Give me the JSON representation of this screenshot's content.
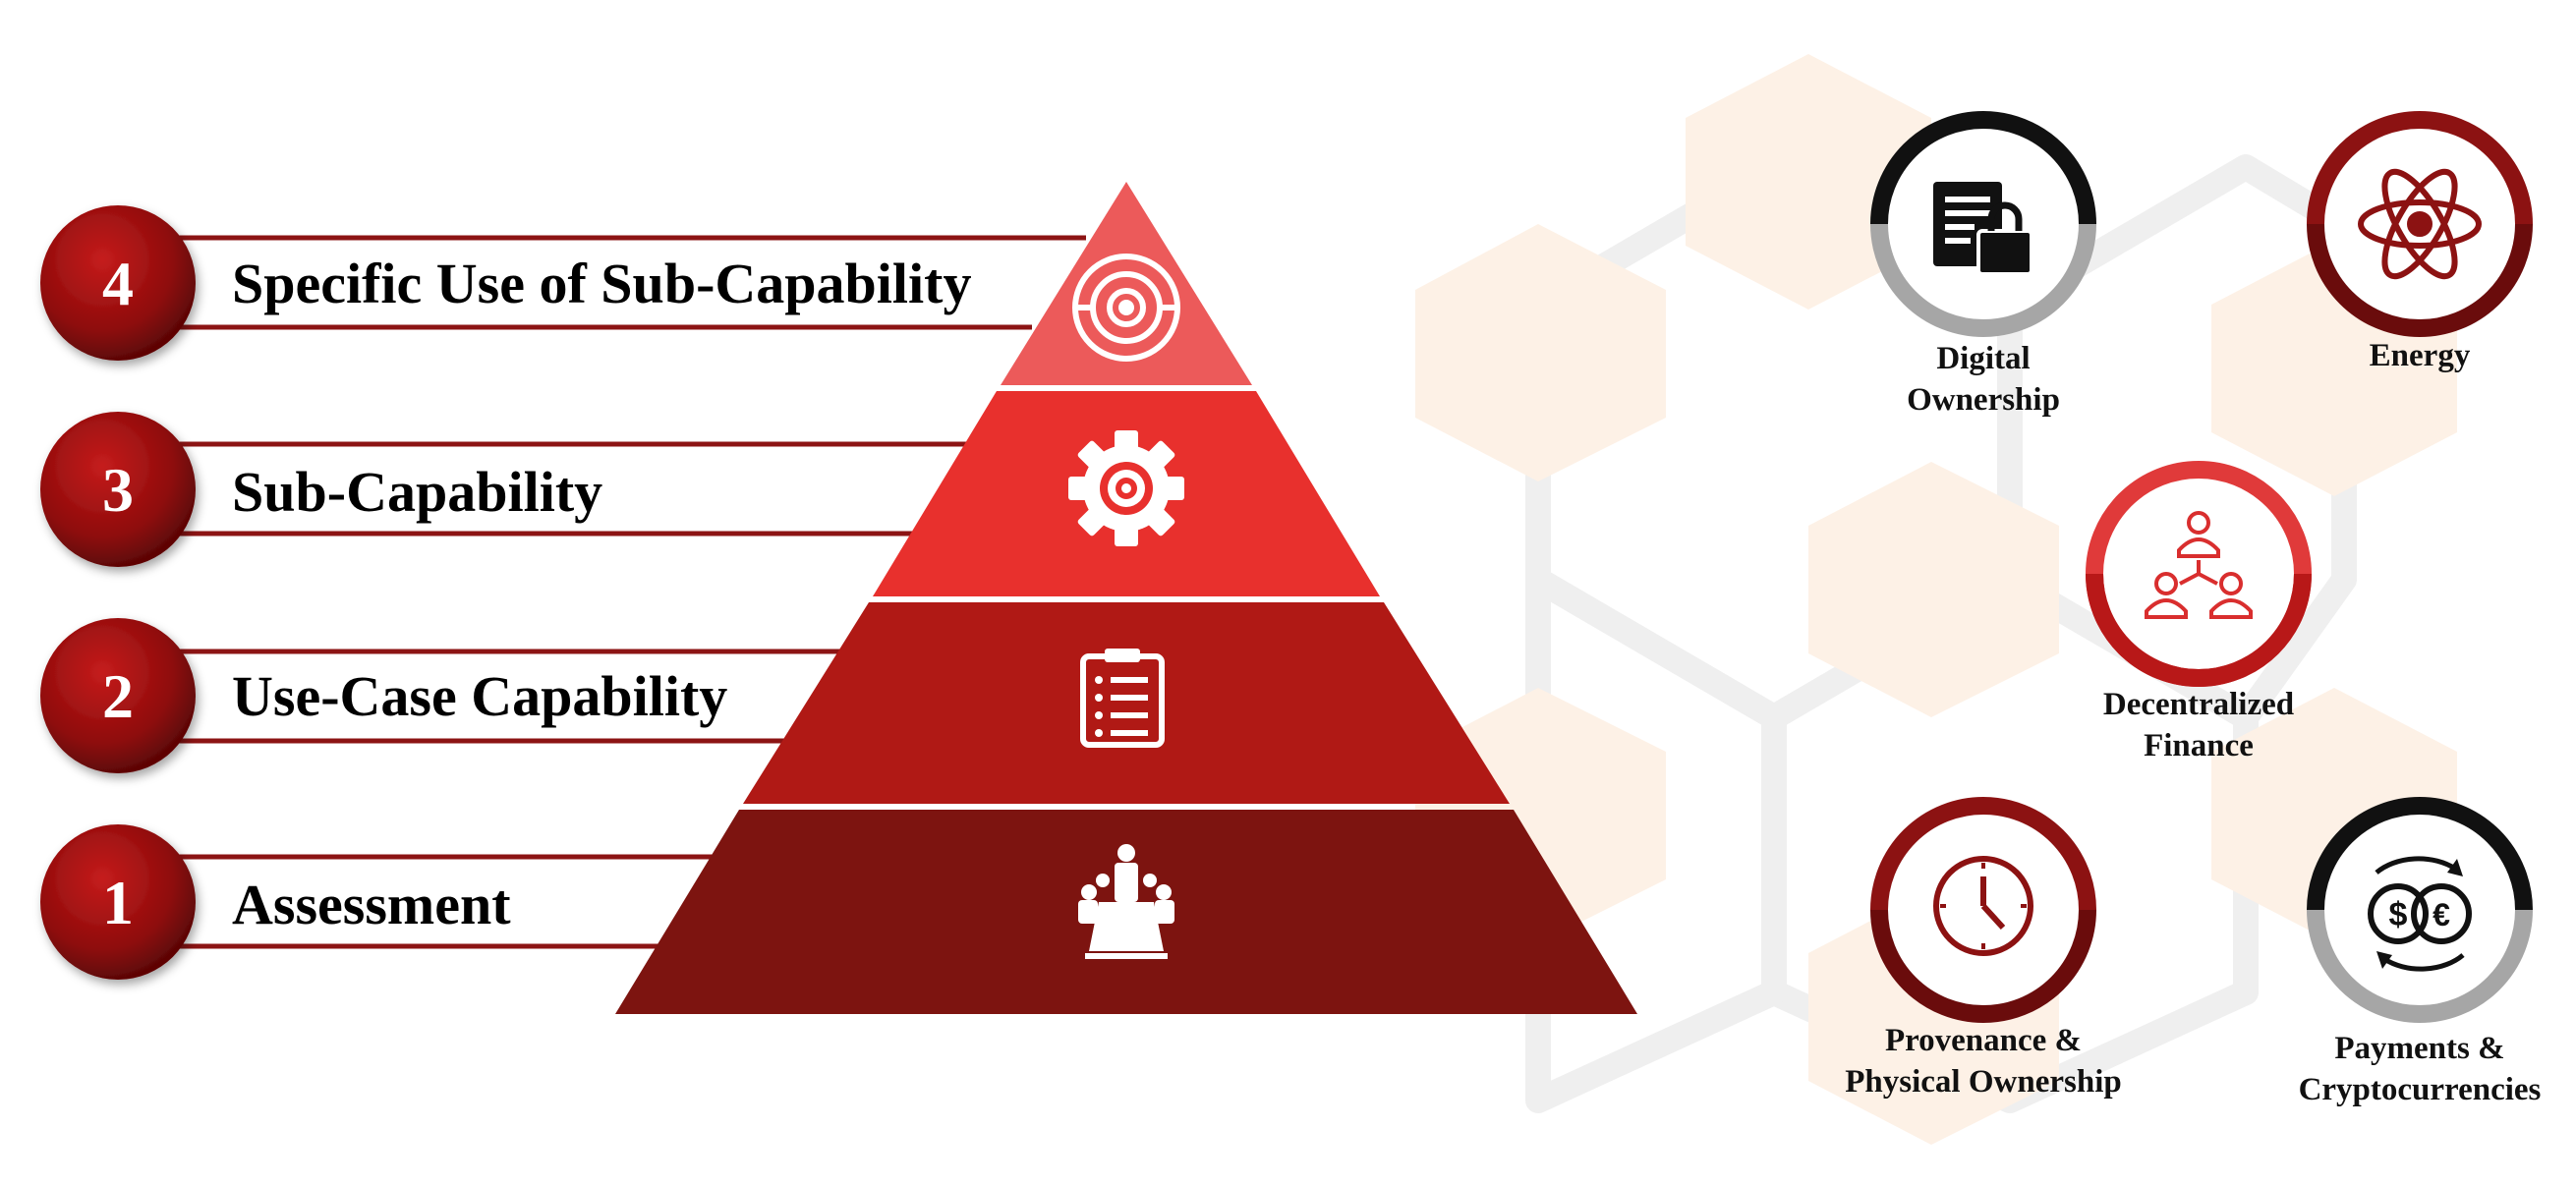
{
  "pyramid": {
    "levels": [
      {
        "number": "4",
        "label": "Specific Use of Sub-Capability",
        "icon": "target-icon",
        "color": "#ec5a5a"
      },
      {
        "number": "3",
        "label": "Sub-Capability",
        "icon": "gear-target-icon",
        "color": "#e8302d"
      },
      {
        "number": "2",
        "label": "Use-Case Capability",
        "icon": "clipboard-checklist-icon",
        "color": "#b01915"
      },
      {
        "number": "1",
        "label": "Assessment",
        "icon": "meeting-table-icon",
        "color": "#7d1410"
      }
    ]
  },
  "use_cases": [
    {
      "label_line1": "Digital",
      "label_line2": "Ownership",
      "icon": "document-lock-icon",
      "ring": "dark"
    },
    {
      "label_line1": "Energy",
      "label_line2": "",
      "icon": "atom-icon",
      "ring": "red"
    },
    {
      "label_line1": "Decentralized",
      "label_line2": "Finance",
      "icon": "people-network-icon",
      "ring": "bright-red"
    },
    {
      "label_line1": "Provenance &",
      "label_line2": "Physical Ownership",
      "icon": "clock-icon",
      "ring": "red"
    },
    {
      "label_line1": "Payments &",
      "label_line2": "Cryptocurrencies",
      "icon": "currency-exchange-icon",
      "ring": "dark"
    }
  ],
  "colors": {
    "number_circle": "#9b0f0f",
    "line": "#8c1414",
    "background_hex": "#fdf1e6",
    "background_links": "#efefef"
  }
}
